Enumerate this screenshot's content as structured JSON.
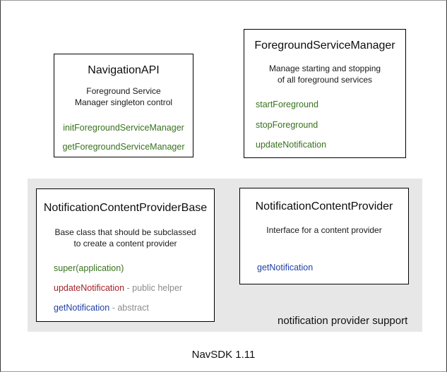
{
  "diagram": {
    "caption": "NavSDK 1.11",
    "group_label": "notification provider support"
  },
  "colors": {
    "group_background": "#e7e7e7",
    "box_border": "#000000",
    "method_green": "#38721e",
    "method_red": "#a32227",
    "method_blue": "#2141a5",
    "annotation_gray": "#8b8b8b"
  },
  "boxes": {
    "navigation_api": {
      "title": "NavigationAPI",
      "description_lines": [
        "Foreground Service",
        "Manager singleton control"
      ],
      "methods": [
        {
          "label": "initForegroundServiceManager",
          "color": "#38721e",
          "annotation": ""
        },
        {
          "label": "getForegroundServiceManager",
          "color": "#38721e",
          "annotation": ""
        }
      ]
    },
    "foreground_service_manager": {
      "title": "ForegroundServiceManager",
      "description_lines": [
        "Manage starting and stopping",
        "of all foreground services"
      ],
      "methods": [
        {
          "label": "startForeground",
          "color": "#38721e",
          "annotation": ""
        },
        {
          "label": "stopForeground",
          "color": "#38721e",
          "annotation": ""
        },
        {
          "label": "updateNotification",
          "color": "#38721e",
          "annotation": ""
        }
      ]
    },
    "notification_content_provider_base": {
      "title": "NotificationContentProviderBase",
      "description_lines": [
        "Base class that should be subclassed",
        "to create a content provider"
      ],
      "methods": [
        {
          "label": "super(application)",
          "color": "#38721e",
          "annotation": ""
        },
        {
          "label": "updateNotification",
          "color": "#a32227",
          "annotation": " - public helper"
        },
        {
          "label": "getNotification",
          "color": "#2141a5",
          "annotation": " - abstract"
        }
      ]
    },
    "notification_content_provider": {
      "title": "NotificationContentProvider",
      "description_lines": [
        "Interface for a content provider"
      ],
      "methods": [
        {
          "label": "getNotification",
          "color": "#2141a5",
          "annotation": ""
        }
      ]
    }
  }
}
